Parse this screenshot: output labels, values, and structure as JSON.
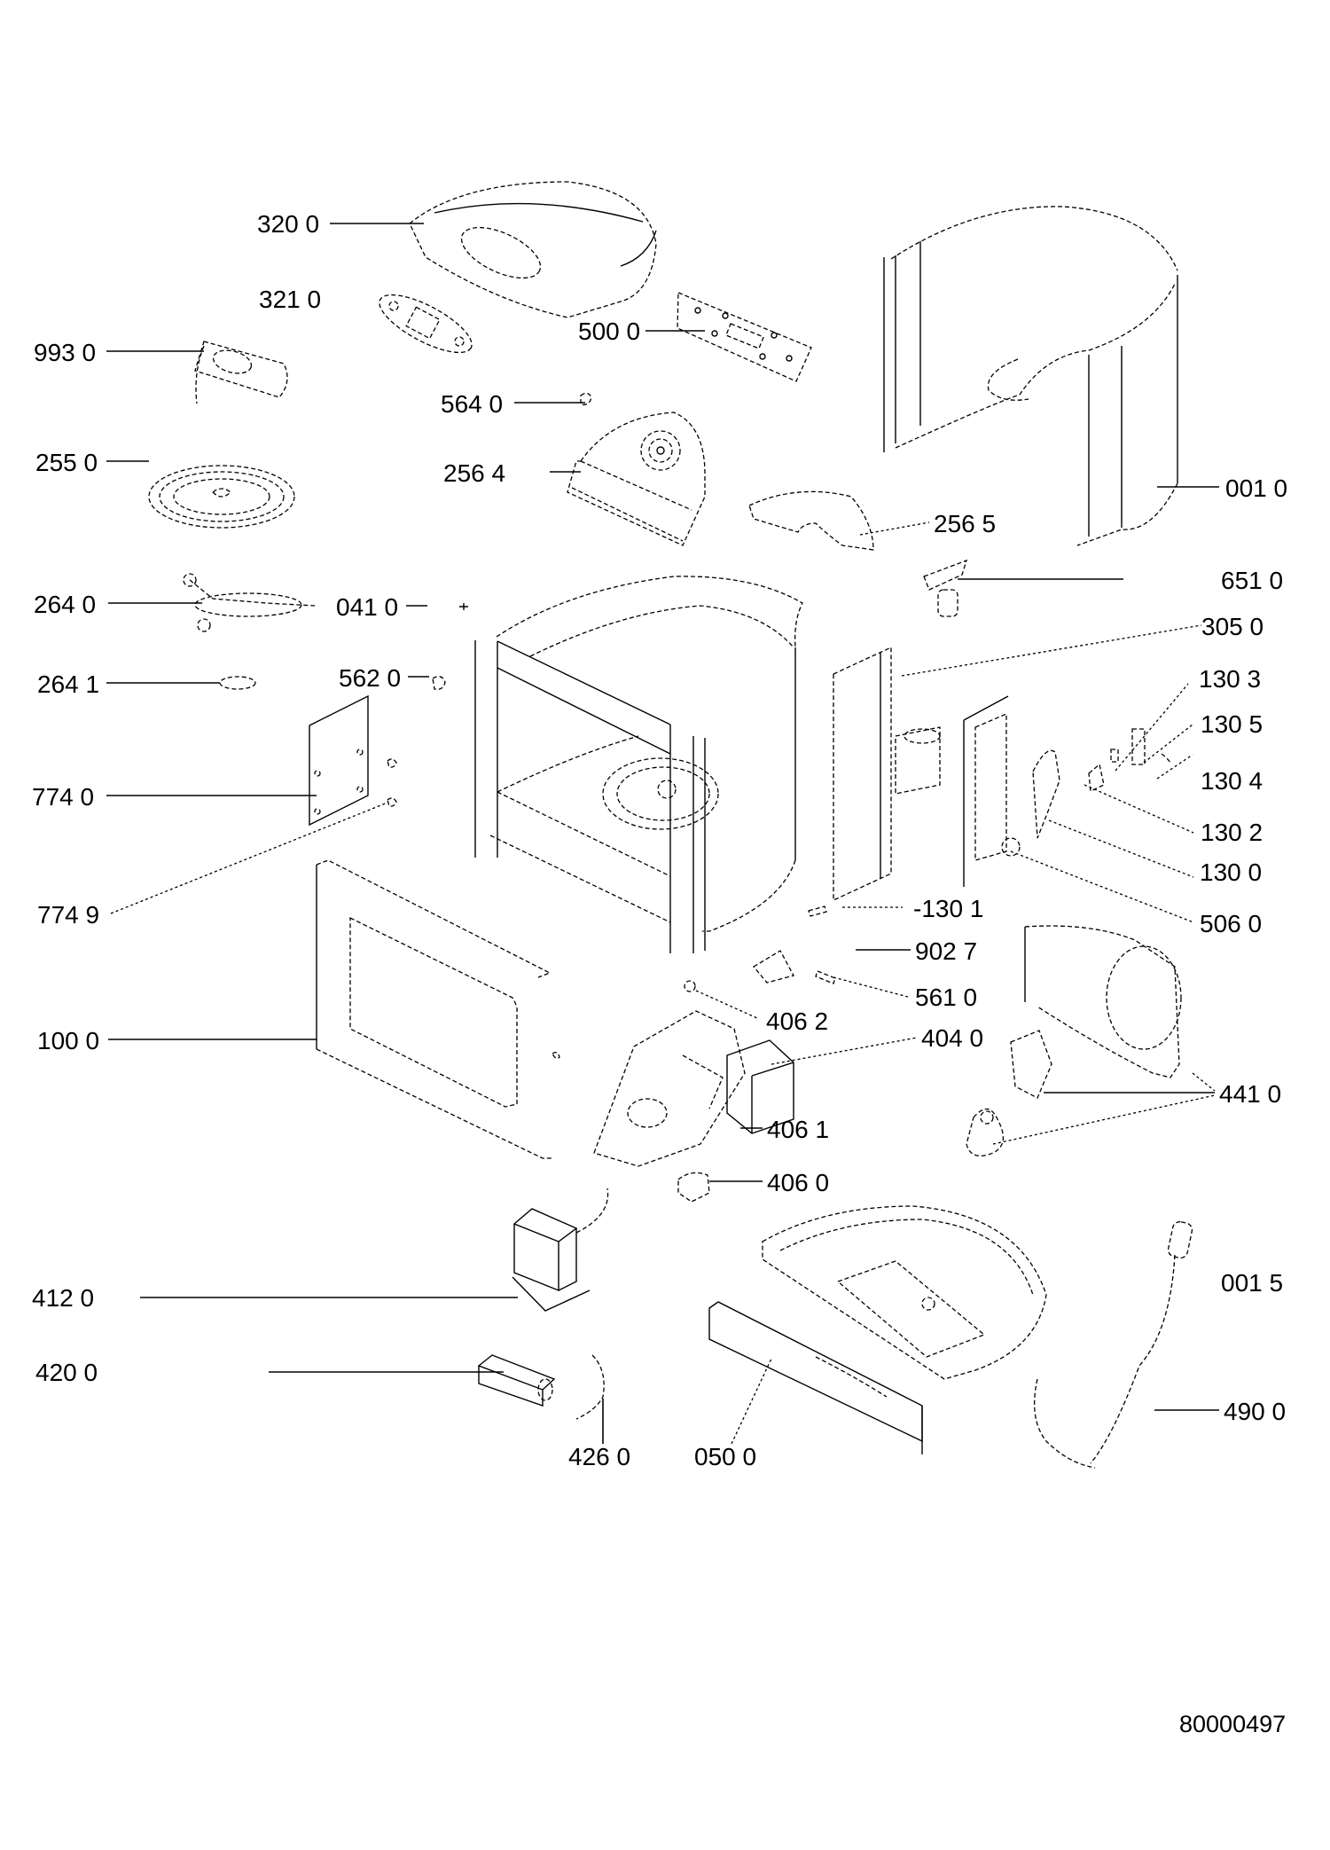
{
  "diagram": {
    "type": "exploded-parts-view",
    "subject": "microwave oven",
    "document_number": "80000497",
    "labels": {
      "p3200": "320 0",
      "p3210": "321 0",
      "p9930": "993 0",
      "p5000": "500 0",
      "p5640": "564 0",
      "p2550": "255 0",
      "p2564": "256 4",
      "p0010": "001 0",
      "p2565": "256 5",
      "p6510": "651 0",
      "p2640": "264 0",
      "p0410": "041 0",
      "p3050": "305 0",
      "p2641": "264 1",
      "p5620": "562 0",
      "p1303": "130 3",
      "p1305": "130 5",
      "p7740": "774 0",
      "p1304": "130 4",
      "p1302": "130 2",
      "p1300": "130 0",
      "p7749": "774 9",
      "p1301": "-130 1",
      "p5060": "506 0",
      "p9027": "902 7",
      "p5610": "561 0",
      "p4062": "406 2",
      "p1000": "100 0",
      "p4040": "404 0",
      "p4410": "441 0",
      "p4061": "406 1",
      "p4060": "406 0",
      "p4120": "412 0",
      "p0015": "001 5",
      "p4200": "420 0",
      "p4900": "490 0",
      "p4260": "426 0",
      "p0500": "050 0"
    }
  }
}
